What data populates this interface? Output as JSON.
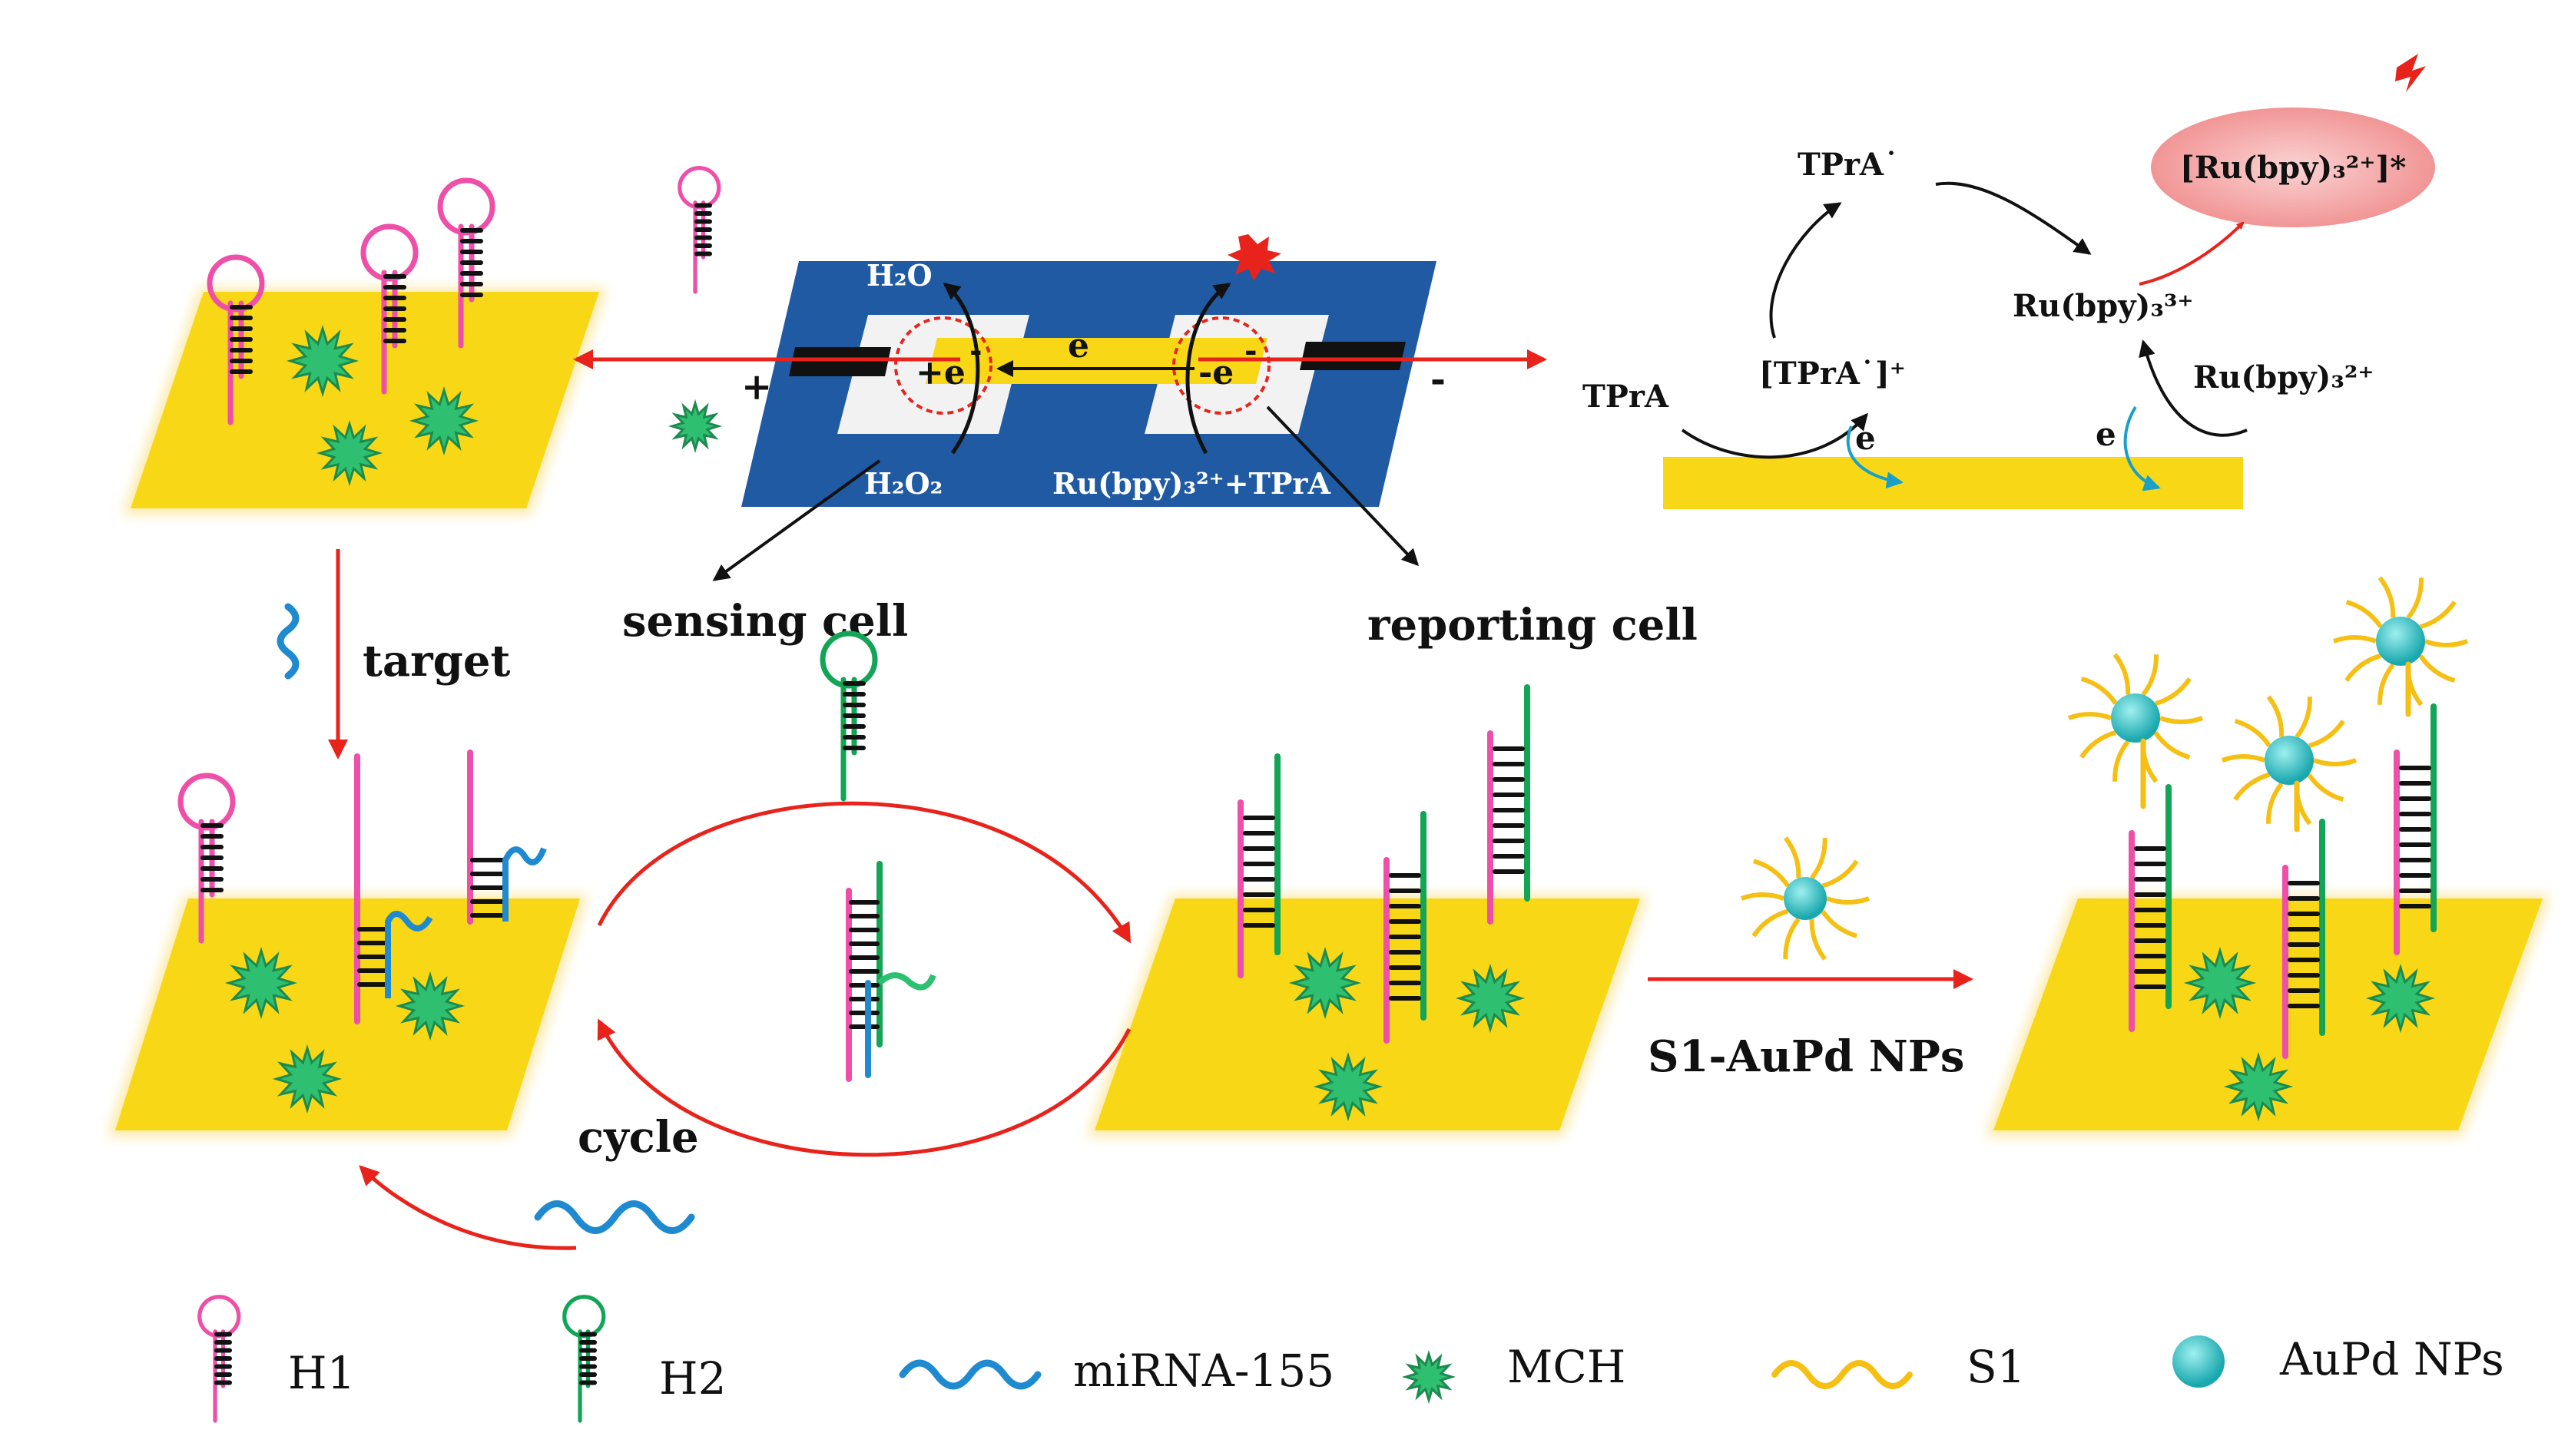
{
  "colors": {
    "substrate": "#F8D816",
    "substrate_glow": "#FBE9A8",
    "chip": "#1F5AA3",
    "h1": "#EE4FA8",
    "h2": "#12A556",
    "mirna": "#1F8AD0",
    "mch": "#2FBF70",
    "s1": "#F5C013",
    "aupd": "#27C5C9",
    "arrow": "#E8231C",
    "stem": "#111111",
    "excited": "#F4A0A0"
  },
  "labels": {
    "h2o": "H₂O",
    "h2o2": "H₂O₂",
    "ru_tpra": "Ru(bpy)₃²⁺+TPrA",
    "plus": "+",
    "minus": "-",
    "plus_e": "+e",
    "minus_e": "-e",
    "e": "e",
    "sensing_cell": "sensing cell",
    "reporting_cell": "reporting cell",
    "target": "target",
    "cycle": "cycle",
    "s1_aupd": "S1-AuPd NPs",
    "tpra": "TPrA",
    "tpra_radical": "TPrA˙",
    "tpra_cation": "[TPrA˙]⁺",
    "ru3": "Ru(bpy)₃³⁺",
    "ru2": "Ru(bpy)₃²⁺",
    "ru_excited": "[Ru(bpy)₃²⁺]*",
    "e1": "e",
    "e2": "e"
  },
  "legend": [
    {
      "icon": "h1-hairpin-icon",
      "label": "H1"
    },
    {
      "icon": "h2-hairpin-icon",
      "label": "H2"
    },
    {
      "icon": "mirna-wave-icon",
      "label": "miRNA-155"
    },
    {
      "icon": "mch-star-icon",
      "label": "MCH"
    },
    {
      "icon": "s1-wave-icon",
      "label": "S1"
    },
    {
      "icon": "aupd-sphere-icon",
      "label": "AuPd NPs"
    }
  ]
}
